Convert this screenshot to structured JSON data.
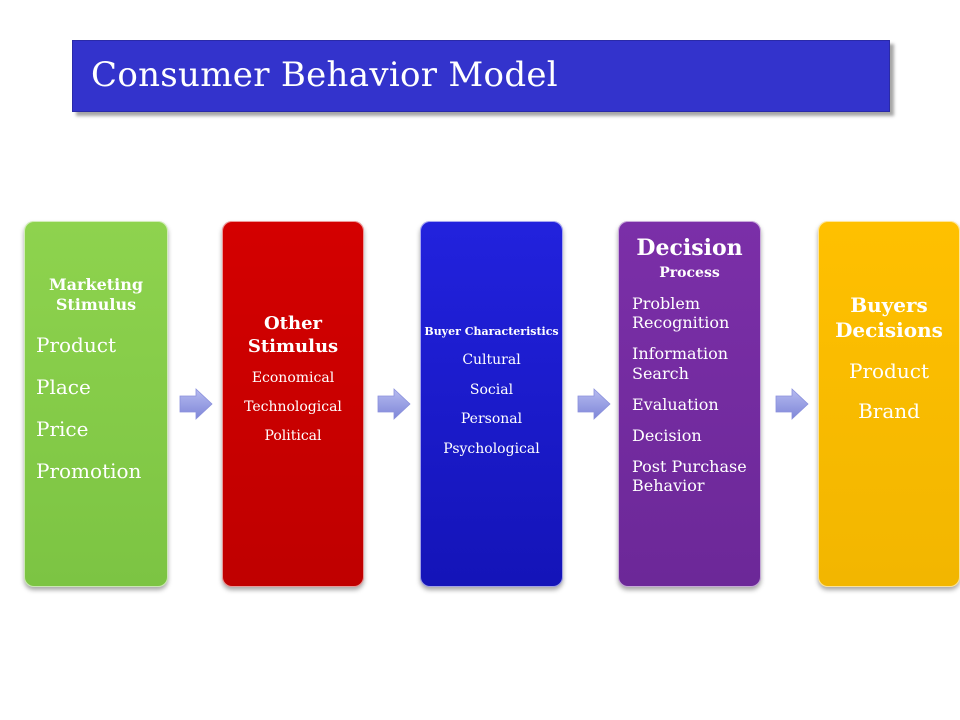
{
  "title": "Consumer Behavior Model",
  "colors": {
    "title_bar": "#3333cc",
    "marketing": "#7cc443",
    "other": "#c80000",
    "buyer": "#1a1acc",
    "decision": "#7030a0",
    "buyers_decisions": "#ffc000",
    "arrow": "#9aa0e6"
  },
  "boxes": {
    "marketing": {
      "heading": "Marketing Stimulus",
      "items": [
        "Product",
        "Place",
        "Price",
        "Promotion"
      ]
    },
    "other": {
      "heading": "Other Stimulus",
      "items": [
        "Economical",
        "Technological",
        "Political"
      ]
    },
    "buyer": {
      "heading": "Buyer Characteristics",
      "items": [
        "Cultural",
        "Social",
        "Personal",
        "Psychological"
      ]
    },
    "decision": {
      "heading": "Decision",
      "subheading": "Process",
      "items": [
        "Problem Recognition",
        "Information Search",
        "Evaluation",
        "Decision",
        "Post Purchase Behavior"
      ]
    },
    "buyers_decisions": {
      "heading": "Buyers Decisions",
      "items": [
        "Product",
        "Brand"
      ]
    }
  },
  "arrow_icon": "right-arrow-icon"
}
